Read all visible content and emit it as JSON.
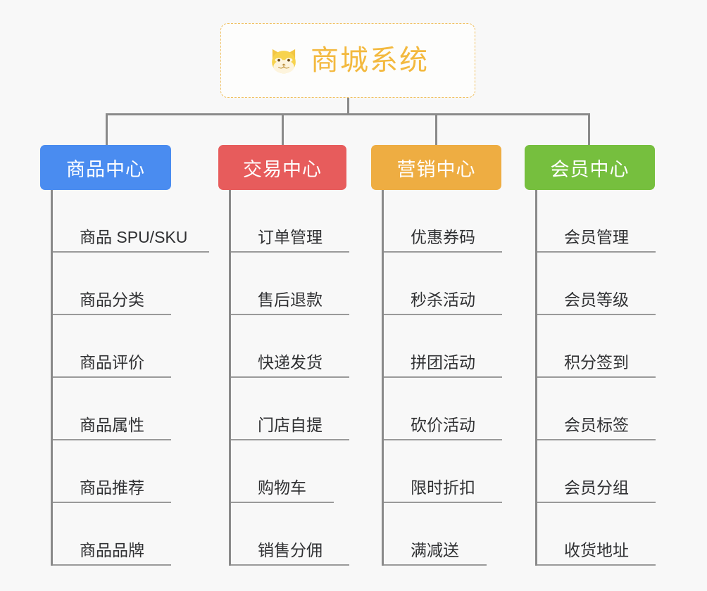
{
  "canvas": {
    "background": "#f8f8f8",
    "connector_color": "#8a8a8a",
    "leaf_rule_color": "#9a9a9a"
  },
  "root": {
    "title": "商城系统",
    "icon": "shiba-dog-emoji",
    "border_color": "#f0c060",
    "text_color": "#f3b93f"
  },
  "branches": [
    {
      "id": "product-center",
      "label": "商品中心",
      "color": "#4a8cf0",
      "items": [
        "商品 SPU/SKU",
        "商品分类",
        "商品评价",
        "商品属性",
        "商品推荐",
        "商品品牌"
      ]
    },
    {
      "id": "trade-center",
      "label": "交易中心",
      "color": "#e75c5c",
      "items": [
        "订单管理",
        "售后退款",
        "快递发货",
        "门店自提",
        "购物车",
        "销售分佣"
      ]
    },
    {
      "id": "marketing-center",
      "label": "营销中心",
      "color": "#eead42",
      "items": [
        "优惠券码",
        "秒杀活动",
        "拼团活动",
        "砍价活动",
        "限时折扣",
        "满减送"
      ]
    },
    {
      "id": "member-center",
      "label": "会员中心",
      "color": "#76bf3e",
      "items": [
        "会员管理",
        "会员等级",
        "积分签到",
        "会员标签",
        "会员分组",
        "收货地址"
      ]
    }
  ]
}
